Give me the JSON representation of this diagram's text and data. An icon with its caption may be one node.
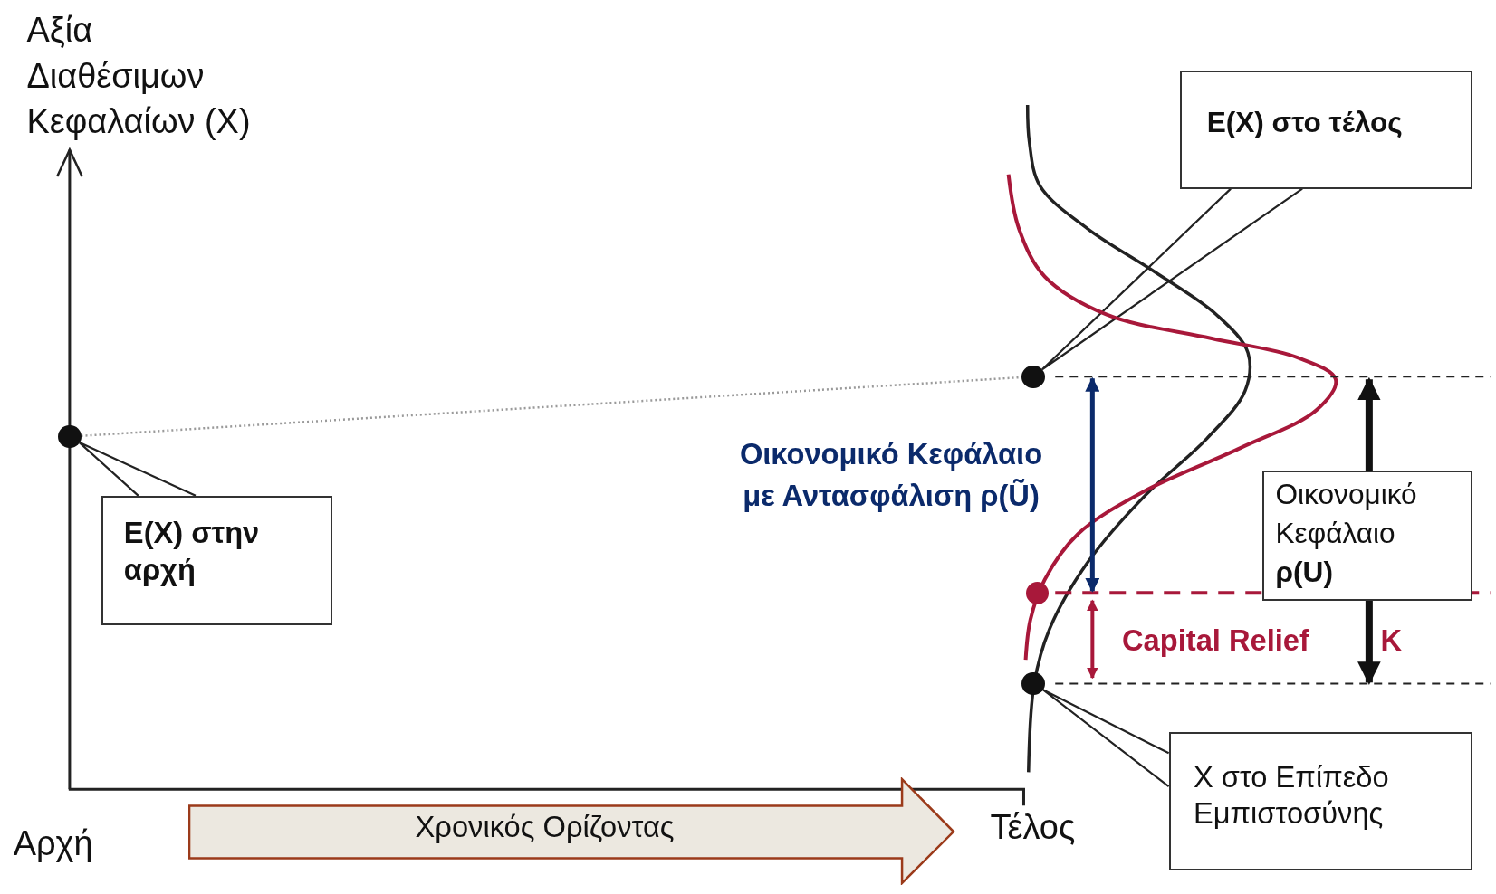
{
  "diagram": {
    "nodes": [
      {
        "text": [],
        "shape": "circle"
      },
      {
        "text": [
          "E(X) στην αρχή"
        ]
      },
      {
        "text": [],
        "shape": "circle"
      },
      {
        "text": [
          "E(X) στο τέλος"
        ]
      },
      {
        "text": [],
        "shape": "circle"
      },
      {
        "text": [],
        "shape": "circle"
      },
      {
        "text": [
          "X στο Επίπεδο Εμπιστοσύνης"
        ]
      },
      {
        "text": [
          "Οικονομικό Κεφάλαιο **ρ(U)**"
        ]
      },
      {
        "text": [
          "Χρονικός Ορίζοντας"
        ]
      }
    ],
    "edges": [
      {
        "from": 1,
        "to": 0,
        "arrow": "none"
      },
      {
        "from": 3,
        "to": 2,
        "arrow": "none"
      },
      {
        "from": 6,
        "to": 5,
        "arrow": "none"
      },
      {
        "from": 0,
        "to": 2,
        "arrow": "none",
        "style": "dashed",
        "color": "#9a9a9a"
      }
    ],
    "labels": [
      "Αξία Διαθέσιμων Κεφαλαίων (X)",
      "Οικονομικό Κεφάλαιο με Αντασφάλιση ρ(Ũ)",
      "Capital Relief",
      "K",
      "Αρχή",
      "Τέλος"
    ]
  }
}
